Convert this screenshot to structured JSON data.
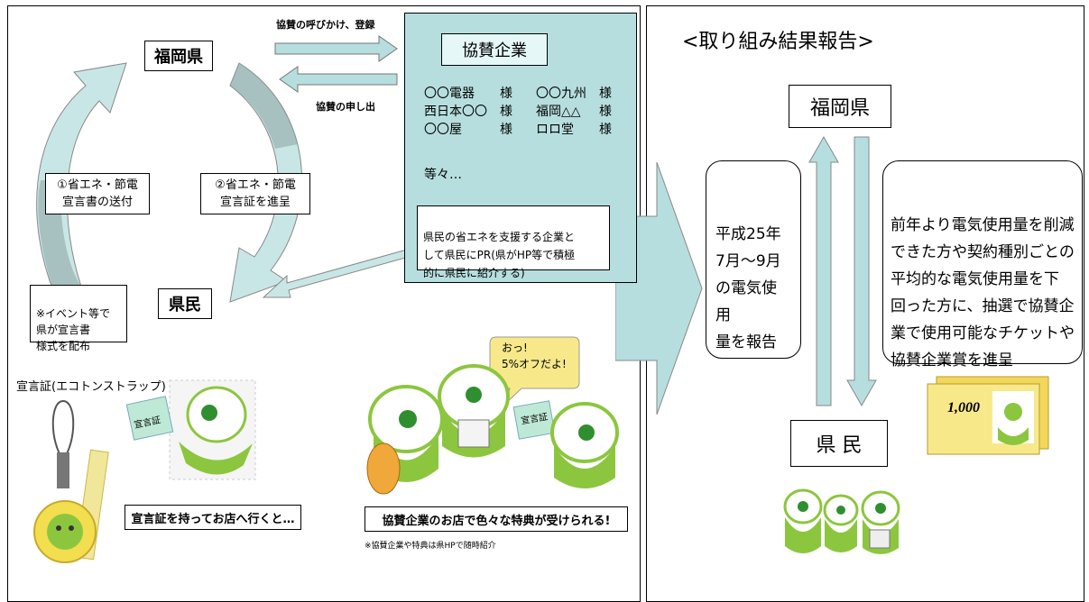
{
  "left": {
    "arrow_top_label": "協賛の呼びかけ、登録",
    "arrow_bottom_label": "協賛の申し出",
    "fukuoka_label": "福岡県",
    "kenmin_label": "県民",
    "step1": "①省エネ・節電\n宣言書の送付",
    "step2": "②省エネ・節電\n宣言証を進呈",
    "event_note": "※イベント等で\n県が宣言書\n様式を配布",
    "sponsor_title": "協賛企業",
    "sponsors": [
      [
        "〇〇電器",
        "様",
        "〇〇九州",
        "様"
      ],
      [
        "西日本〇〇",
        "様",
        "福岡△△",
        "様"
      ],
      [
        "〇〇屋",
        "様",
        "ロロ堂",
        "様"
      ]
    ],
    "etc": "等々…",
    "pr_text": "県民の省エネを支援する企業と\nして県民にPR(県がHP等で積極\n的に県民に紹介する)",
    "strap_label": "宣言証(エコトンストラップ)",
    "badge_label": "宣言証",
    "badge_label_2": "宣言証",
    "go_shop": "宣言証を持ってお店へ行くと…",
    "bubble": "おっ!\n5%オフだよ!",
    "benefit": "協賛企業のお店で色々な特典が受けられる!",
    "benefit_note": "※協賛企業や特典は県HPで随時紹介"
  },
  "right": {
    "title": "<取り組み結果報告>",
    "fukuoka_label": "福岡県",
    "kenmin_label": "県 民",
    "report_text": "平成25年\n7月～9月\nの電気使用\n量を報告",
    "reward_text": "前年より電気使用量を削減\nできた方や契約種別ごとの\n平均的な電気使用量を下\n回った方に、抽選で協賛企\n業で使用可能なチケットや\n協賛企業賞を進呈",
    "ticket_value": "1,000"
  },
  "colors": {
    "teal": "#b7dede",
    "mascot_green": "#8cc63f",
    "yellow": "#f7e98a"
  }
}
